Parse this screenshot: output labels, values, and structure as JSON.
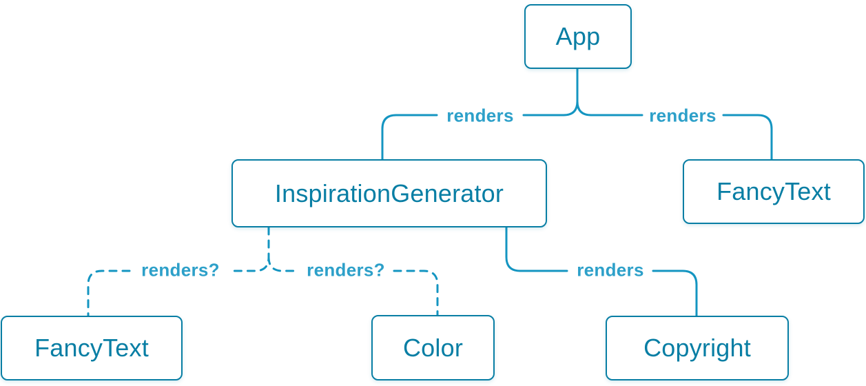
{
  "diagram": {
    "kind": "render-tree",
    "colors": {
      "node_border": "#087ea4",
      "node_text": "#087ea4",
      "node_bg": "#ffffff",
      "edge": "#1495c1",
      "label": "#2da0c9"
    },
    "nodes": [
      {
        "id": "app",
        "label": "App"
      },
      {
        "id": "inspiration-generator",
        "label": "InspirationGenerator"
      },
      {
        "id": "fancy-text-top",
        "label": "FancyText"
      },
      {
        "id": "fancy-text-bottom",
        "label": "FancyText"
      },
      {
        "id": "color",
        "label": "Color"
      },
      {
        "id": "copyright",
        "label": "Copyright"
      }
    ],
    "edges": [
      {
        "from": "App",
        "to": "InspirationGenerator",
        "label": "renders",
        "style": "solid"
      },
      {
        "from": "App",
        "to": "FancyText",
        "label": "renders",
        "style": "solid"
      },
      {
        "from": "InspirationGenerator",
        "to": "FancyText",
        "label": "renders?",
        "style": "dashed"
      },
      {
        "from": "InspirationGenerator",
        "to": "Color",
        "label": "renders?",
        "style": "dashed"
      },
      {
        "from": "InspirationGenerator",
        "to": "Copyright",
        "label": "renders",
        "style": "solid"
      }
    ]
  }
}
